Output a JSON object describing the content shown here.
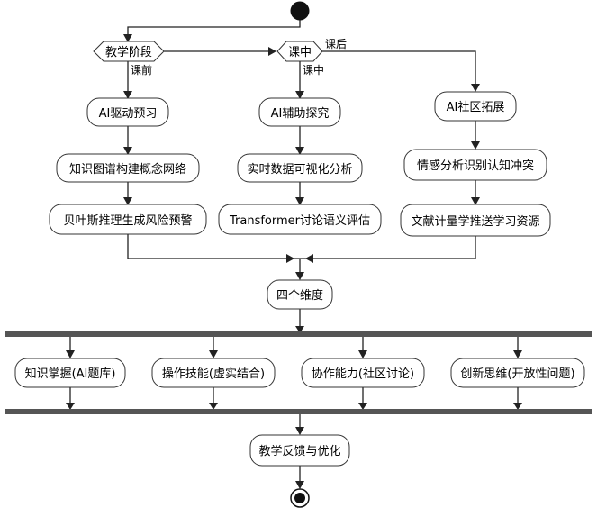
{
  "decisions": {
    "teaching_stage": "教学阶段",
    "in_class": "课中"
  },
  "edge_labels": {
    "pre_class": "课前",
    "in_class": "课中",
    "after_class": "课后"
  },
  "pre_class": {
    "step1": "AI驱动预习",
    "step2": "知识图谱构建概念网络",
    "step3": "贝叶斯推理生成风险预警"
  },
  "in_class": {
    "step1": "AI辅助探究",
    "step2": "实时数据可视化分析",
    "step3": "Transformer讨论语义评估"
  },
  "after_class": {
    "step1": "AI社区拓展",
    "step2": "情感分析识别认知冲突",
    "step3": "文献计量学推送学习资源"
  },
  "merge_node": "四个维度",
  "dimensions": [
    "知识掌握(AI题库)",
    "操作技能(虚实结合)",
    "协作能力(社区讨论)",
    "创新思维(开放性问题)"
  ],
  "feedback_node": "教学反馈与优化",
  "colors": {
    "line": "#222222",
    "sync_bar": "#555555",
    "node_border": "#333333",
    "node_fill": "#ffffff"
  }
}
